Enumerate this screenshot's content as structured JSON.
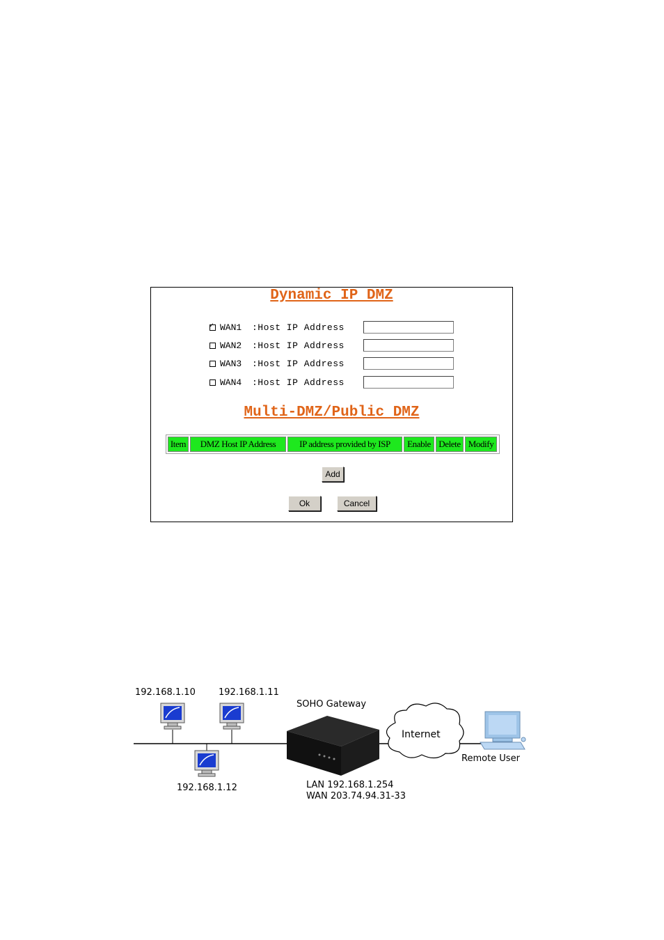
{
  "dynamic_dmz": {
    "title": "Dynamic IP DMZ",
    "wans": [
      {
        "label": "WAN1",
        "host_label": ":Host IP Address",
        "checked": true,
        "value": ""
      },
      {
        "label": "WAN2",
        "host_label": ":Host IP Address",
        "checked": false,
        "value": ""
      },
      {
        "label": "WAN3",
        "host_label": ":Host IP Address",
        "checked": false,
        "value": ""
      },
      {
        "label": "WAN4",
        "host_label": ":Host IP Address",
        "checked": false,
        "value": ""
      }
    ]
  },
  "multi_dmz": {
    "title": "Multi-DMZ/Public DMZ",
    "columns": [
      "Item",
      "DMZ Host IP Address",
      "IP address provided by ISP",
      "Enable",
      "Delete",
      "Modify"
    ]
  },
  "buttons": {
    "add": "Add",
    "ok": "Ok",
    "cancel": "Cancel"
  },
  "colors": {
    "title": "#e06418",
    "table_header": "#1ee81e"
  },
  "diagram": {
    "host1": "192.168.1.10",
    "host2": "192.168.1.11",
    "host3": "192.168.1.12",
    "gateway": "SOHO Gateway",
    "cloud": "Internet",
    "remote": "Remote User",
    "lan": "LAN 192.168.1.254",
    "wan": "WAN 203.74.94.31-33"
  }
}
